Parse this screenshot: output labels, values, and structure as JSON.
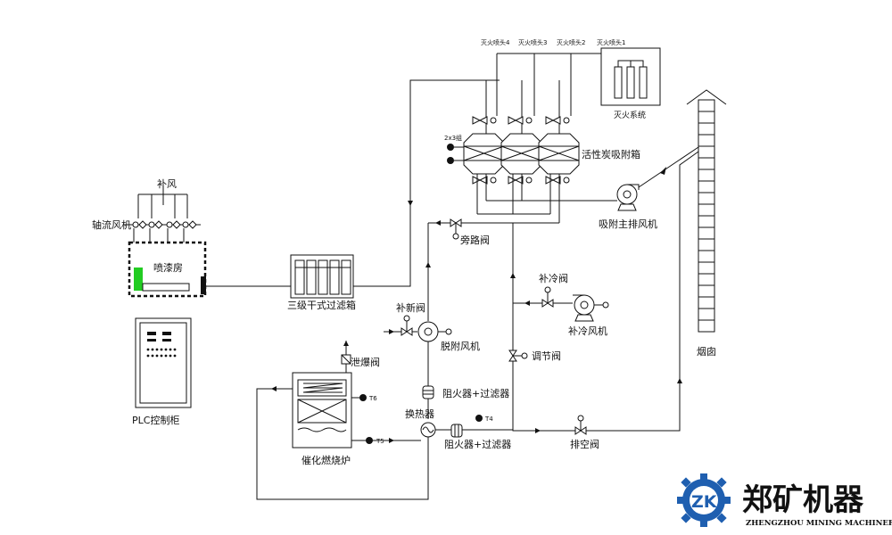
{
  "labels": {
    "supplement_air": "补风",
    "axial_fan": "轴流风机",
    "spray_booth": "喷漆房",
    "plc_cabinet": "PLC控制柜",
    "three_stage_filter": "三级干式过滤箱",
    "fresh_air_valve": "补新阀",
    "desorption_fan": "脱附风机",
    "relief_valve": "泄爆阀",
    "catalytic_burner": "催化燃烧炉",
    "heat_exchanger": "换热器",
    "flame_arrester_filter_1": "阻火器+过滤器",
    "flame_arrester_filter_2": "阻火器+过滤器",
    "bypass_valve": "旁路阀",
    "adsorption_box": "活性炭吸附箱",
    "main_exhaust_fan": "吸附主排风机",
    "cooling_valve": "补冷阀",
    "cooling_fan": "补冷风机",
    "regulating_valve": "调节阀",
    "vent_valve": "排空阀",
    "chimney": "烟囱",
    "fire_system": "灭火系统",
    "extinguisher_4": "灭火喷头4",
    "extinguisher_3": "灭火喷头3",
    "extinguisher_2": "灭火喷头2",
    "extinguisher_1": "灭火喷头1",
    "sensor_tag": "2x3组",
    "temp_tag_1": "T6",
    "temp_tag_2": "T5",
    "temp_tag_3": "T4"
  },
  "logo": {
    "cn": "郑矿机器",
    "en": "ZHENGZHOU MINING MACHINERY",
    "mark": "ZK",
    "brand_color": "#1f5fb0"
  },
  "colors": {
    "line": "#111111",
    "green_accent": "#22cc22"
  }
}
